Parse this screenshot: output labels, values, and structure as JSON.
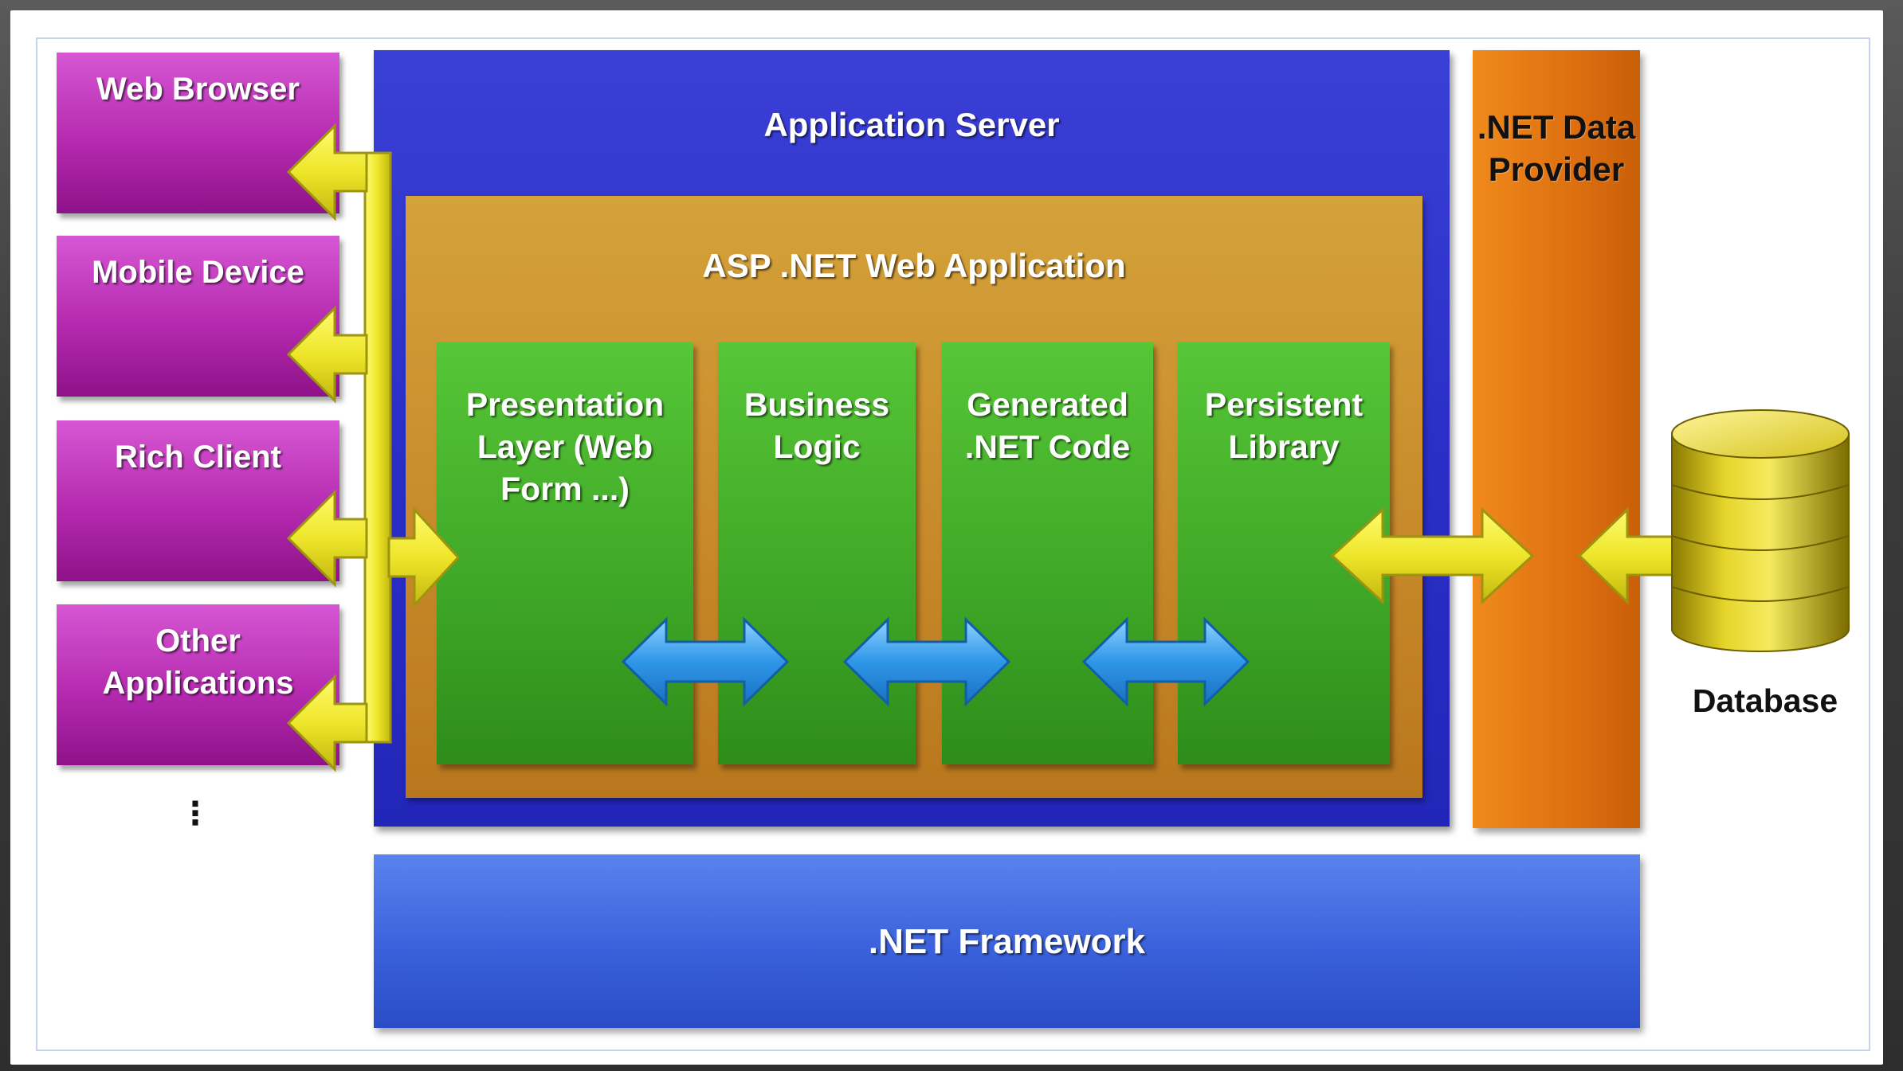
{
  "clients": [
    {
      "label": "Web Browser"
    },
    {
      "label": "Mobile Device"
    },
    {
      "label": "Rich Client"
    },
    {
      "label": "Other Applications"
    }
  ],
  "ellipsis": "⋮",
  "app_server": {
    "title": "Application Server"
  },
  "asp_net": {
    "title": "ASP .NET Web Application"
  },
  "layers": [
    {
      "label": "Presentation Layer (Web Form ...)"
    },
    {
      "label": "Business Logic"
    },
    {
      "label": "Generated .NET Code"
    },
    {
      "label": "Persistent Library"
    }
  ],
  "data_provider": {
    "label": ".NET Data Provider"
  },
  "framework": {
    "label": ".NET Framework"
  },
  "database": {
    "label": "Database",
    "icon": "database-icon"
  },
  "colors": {
    "client": "#b52ab0",
    "app_server": "#2b2fc7",
    "asp_net": "#c88a2a",
    "layer": "#3ea626",
    "provider": "#dd6f10",
    "framework": "#3a61db",
    "yellow_arrow": "#e9e21f",
    "blue_arrow": "#2f97e8",
    "database": "#c9b800"
  }
}
